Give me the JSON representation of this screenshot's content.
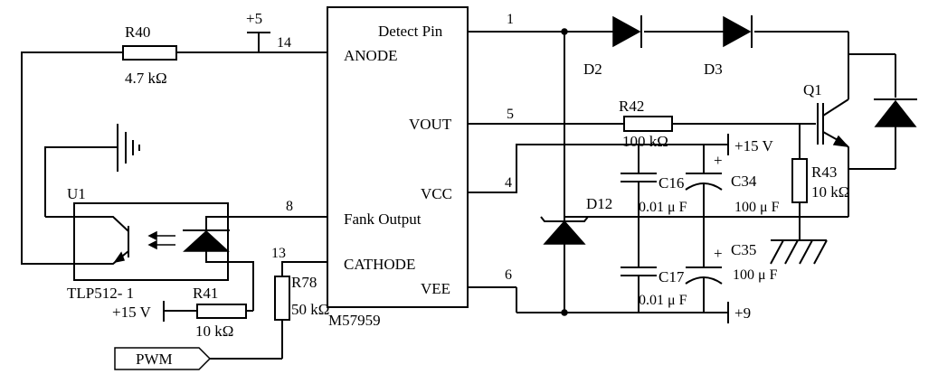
{
  "ic": {
    "part_number": "M57959",
    "pins": {
      "detect": {
        "name": "Detect Pin",
        "number": "1"
      },
      "anode": {
        "name": "ANODE",
        "number": "14"
      },
      "vout": {
        "name": "VOUT",
        "number": "5"
      },
      "vcc": {
        "name": "VCC",
        "number": "4"
      },
      "fault": {
        "name": "Fank Output",
        "number": "8"
      },
      "cathode": {
        "name": "CATHODE",
        "number": "13"
      },
      "vee": {
        "name": "VEE",
        "number": "6"
      }
    }
  },
  "opto": {
    "ref": "U1",
    "part": "TLP512- 1"
  },
  "resistors": {
    "r40": {
      "ref": "R40",
      "value": "4.7 kΩ"
    },
    "r41": {
      "ref": "R41",
      "value": "10 kΩ"
    },
    "r42": {
      "ref": "R42",
      "value": "100 kΩ"
    },
    "r43": {
      "ref": "R43",
      "value": "10 kΩ"
    },
    "r78": {
      "ref": "R78",
      "value": "50 kΩ"
    }
  },
  "capacitors": {
    "c16": {
      "ref": "C16",
      "value": "0.01 μ  F"
    },
    "c17": {
      "ref": "C17",
      "value": "0.01 μ  F"
    },
    "c34": {
      "ref": "C34",
      "value": "100 μ  F"
    },
    "c35": {
      "ref": "C35",
      "value": "100 μ  F"
    }
  },
  "diodes": {
    "d2": "D2",
    "d3": "D3",
    "d12": "D12"
  },
  "transistor": {
    "ref": "Q1"
  },
  "rails": {
    "plus5": "+5",
    "plus15_left": "+15 V",
    "plus15_right": "+15 V",
    "plus9": "+9"
  },
  "signals": {
    "pwm": "PWM"
  },
  "polarity": {
    "plus": "+"
  }
}
